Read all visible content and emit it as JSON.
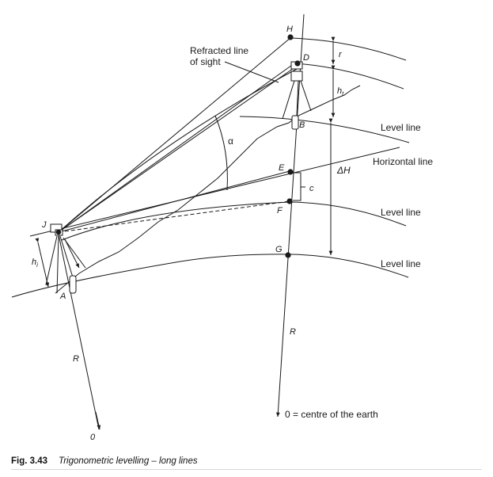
{
  "labels": {
    "refracted_line": [
      "Refracted line",
      "of sight"
    ],
    "level_line": "Level line",
    "horizontal_line": "Horizontal line",
    "alpha": "α",
    "delta_h": "ΔH",
    "centre": "0 = centre of the earth"
  },
  "points": {
    "H": "H",
    "D": "D",
    "B": "B",
    "E": "E",
    "F": "F",
    "G": "G",
    "J": "J",
    "A": "A",
    "R": "R",
    "zero": "0",
    "r": "r",
    "c": "c"
  },
  "caption": {
    "number": "Fig. 3.43",
    "title": "Trigonometric levelling – long lines"
  }
}
